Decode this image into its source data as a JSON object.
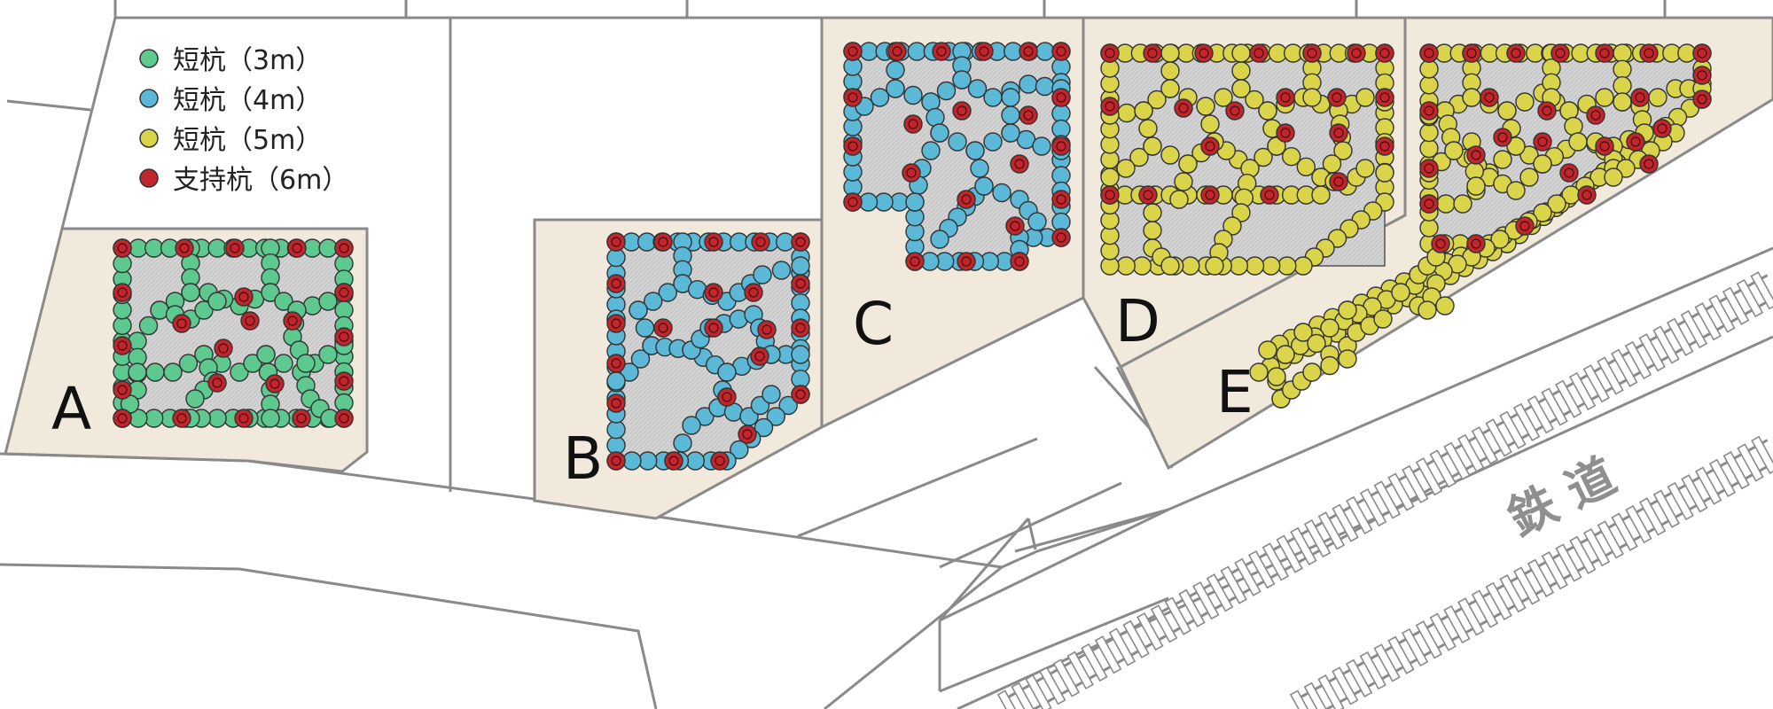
{
  "legend": [
    {
      "key": "short3",
      "label": "短杭（3m）",
      "color": "#5ec98f"
    },
    {
      "key": "short4",
      "label": "短杭（4m）",
      "color": "#5bb8d6"
    },
    {
      "key": "short5",
      "label": "短杭（5m）",
      "color": "#d9d44a"
    },
    {
      "key": "support6",
      "label": "支持杭（6m）",
      "color": "#c0262c"
    }
  ],
  "lots": [
    {
      "id": "A",
      "label": "A",
      "pile_type": "short3"
    },
    {
      "id": "B",
      "label": "B",
      "pile_type": "short4"
    },
    {
      "id": "C",
      "label": "C",
      "pile_type": "short4"
    },
    {
      "id": "D",
      "label": "D",
      "pile_type": "short5"
    },
    {
      "id": "E",
      "label": "E",
      "pile_type": "short5"
    }
  ],
  "railway_label": "鉄 道",
  "colors": {
    "lot_fill": "#f1e9dc",
    "foundation_fill": "#d3d3d3",
    "road_line": "#8a8a8a",
    "rail_line": "#8a8a8a"
  }
}
